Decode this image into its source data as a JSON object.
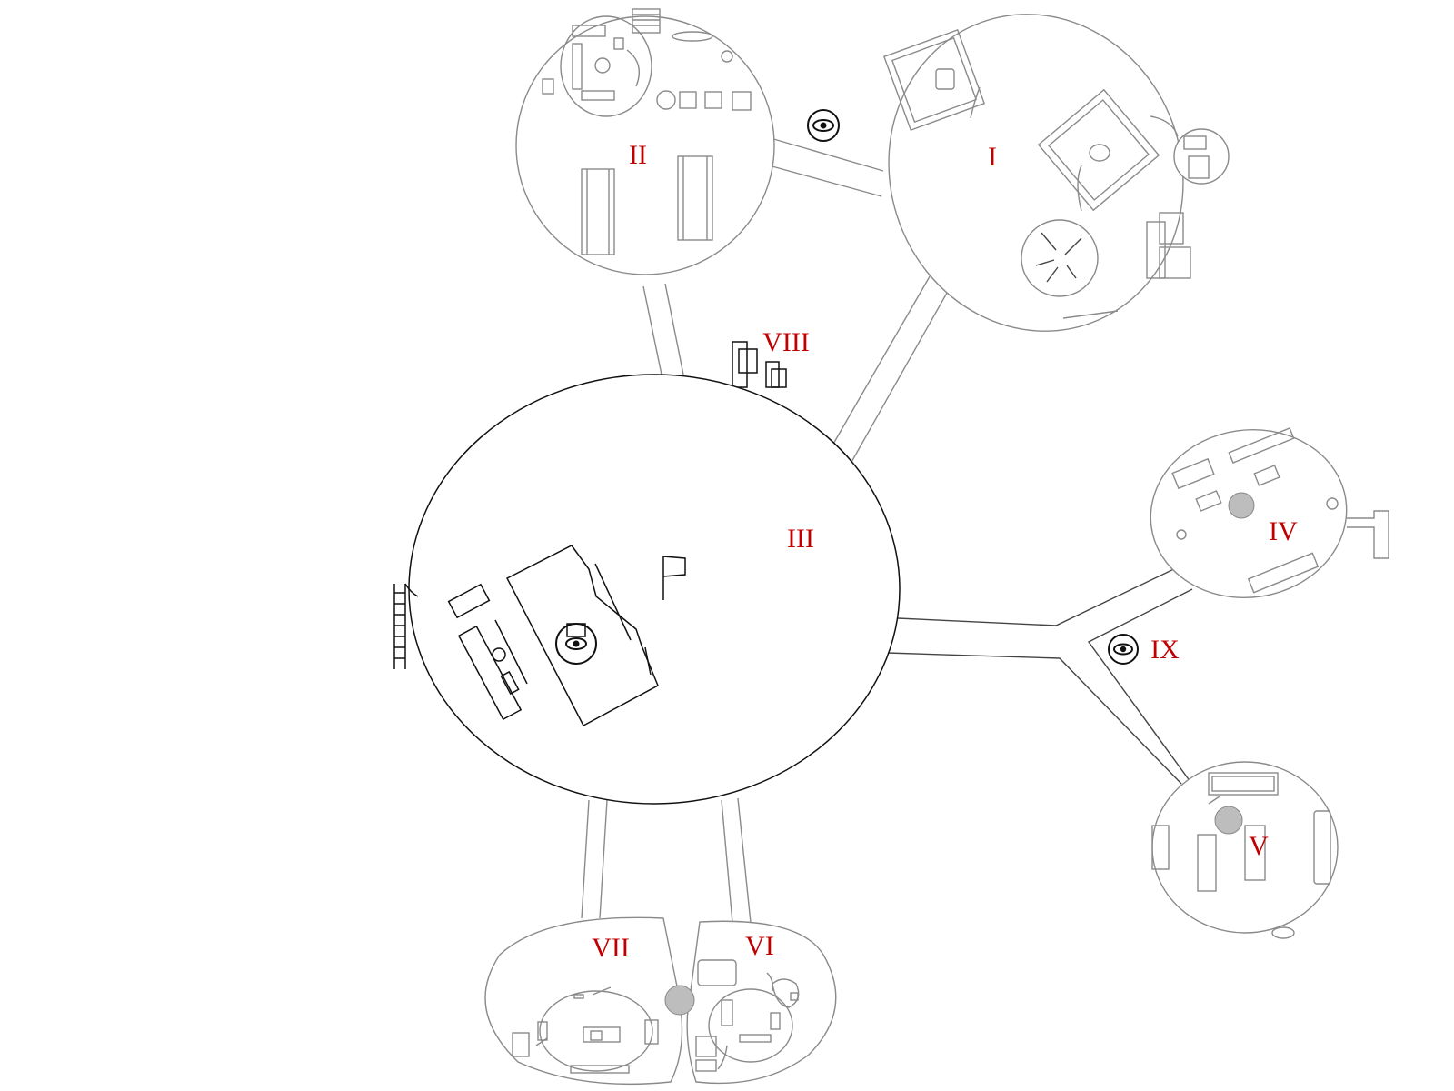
{
  "rooms": {
    "r1": {
      "label": "I"
    },
    "r2": {
      "label": "II"
    },
    "r3": {
      "label": "III"
    },
    "r4": {
      "label": "IV"
    },
    "r5": {
      "label": "V"
    },
    "r6": {
      "label": "VI"
    },
    "r7": {
      "label": "VII"
    },
    "r8": {
      "label": "VIII"
    },
    "r9": {
      "label": "IX"
    }
  },
  "colors": {
    "label": "#c00000",
    "line_gray": "#8a8a8a",
    "line_dark": "#111111",
    "hub_fill": "#bdbdbd"
  },
  "icons": {
    "camera": "eye-icon"
  }
}
